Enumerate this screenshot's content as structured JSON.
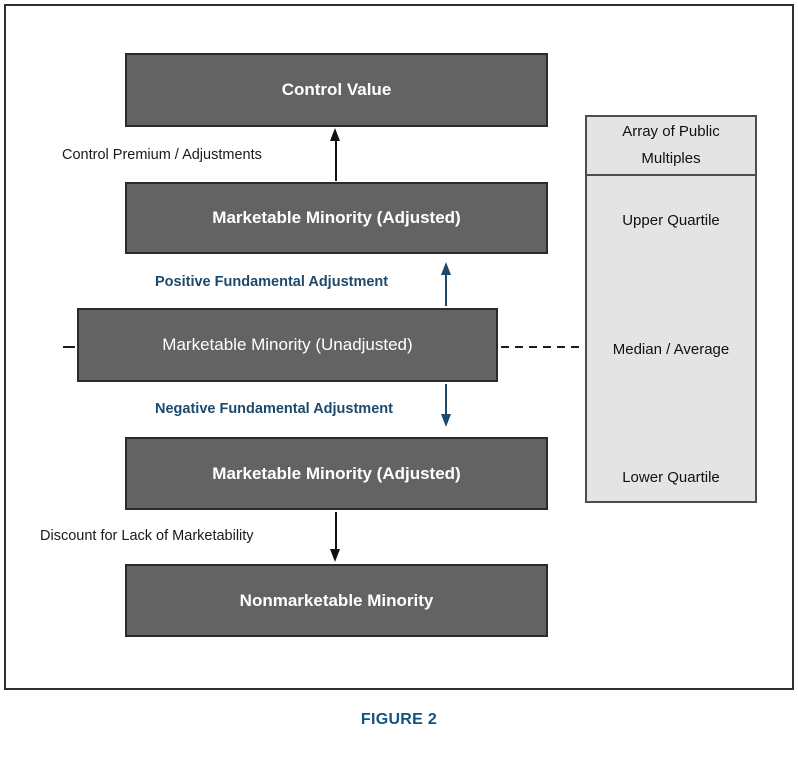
{
  "figure": {
    "caption": "FIGURE 2",
    "boxes": [
      {
        "id": "control-value",
        "label": "Control Value"
      },
      {
        "id": "marketable-minority-adjusted-upper",
        "label": "Marketable Minority (Adjusted)"
      },
      {
        "id": "marketable-minority-unadjusted",
        "label": "Marketable Minority (Unadjusted)"
      },
      {
        "id": "marketable-minority-adjusted-lower",
        "label": "Marketable Minority (Adjusted)"
      },
      {
        "id": "nonmarketable-minority",
        "label": "Nonmarketable Minority"
      }
    ],
    "flow_labels": {
      "control_premium": "Control Premium / Adjustments",
      "positive_adjustment": "Positive Fundamental Adjustment",
      "negative_adjustment": "Negative Fundamental Adjustment",
      "marketability_discount": "Discount for Lack of Marketability"
    },
    "panel": {
      "header_line1": "Array of Public",
      "header_line2": "Multiples",
      "rows": [
        "Upper Quartile",
        "Median / Average",
        "Lower Quartile"
      ]
    },
    "icons": {
      "black_up_arrow": "arrow-up",
      "black_down_arrow": "arrow-down",
      "blue_up_arrow": "arrow-up",
      "blue_down_arrow": "arrow-down"
    },
    "colors": {
      "box_fill": "#636363",
      "box_border": "#2b2b2b",
      "box_text": "#ffffff",
      "panel_fill": "#e4e4e4",
      "panel_border": "#4d4d4d",
      "accent_blue": "#1b4a6e",
      "caption_blue": "#12527c",
      "frame_border": "#2f2f2f"
    }
  }
}
